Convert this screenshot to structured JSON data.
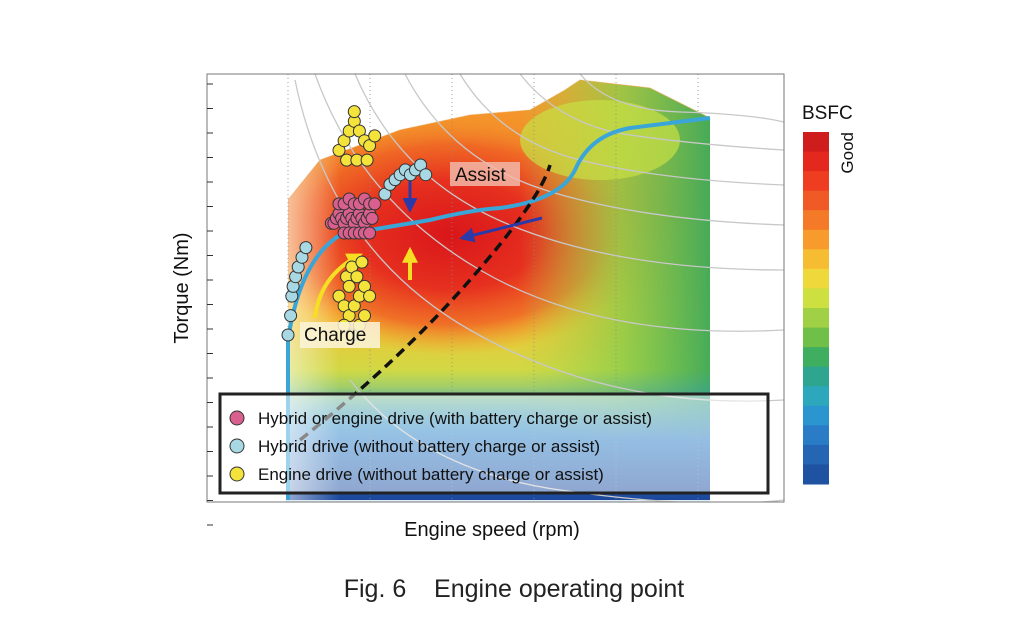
{
  "figure": {
    "caption": "Fig. 6    Engine operating point"
  },
  "chart_data": {
    "type": "scatter",
    "xlabel": "Engine speed (rpm)",
    "ylabel": "Torque (Nm)",
    "colorbar": {
      "title": "BSFC",
      "label": "Good",
      "colors": [
        "#cf1c1c",
        "#e4281e",
        "#ef3d22",
        "#f05a25",
        "#f47a28",
        "#f69b2c",
        "#f7bd32",
        "#efd83a",
        "#cde040",
        "#a0d044",
        "#6fbf48",
        "#3fae60",
        "#2ea58f",
        "#2ca7bb",
        "#2b95d0",
        "#2a7cc6",
        "#2466b4",
        "#1f52a0"
      ]
    },
    "annotations": [
      "Assist",
      "Charge"
    ],
    "legend": {
      "placement": "bottom-left",
      "entries": [
        {
          "label": "Hybrid or engine drive (with battery charge or assist)",
          "color": "#d9608e"
        },
        {
          "label": "Hybrid drive (without battery charge or assist)",
          "color": "#a8d8e4"
        },
        {
          "label": "Engine drive (without battery charge or assist)",
          "color": "#f4e33a"
        }
      ]
    },
    "series": [
      {
        "color": "#d9608e",
        "points": [
          [
            0.17,
            0.63
          ],
          [
            0.18,
            0.63
          ],
          [
            0.19,
            0.64
          ],
          [
            0.2,
            0.65
          ],
          [
            0.21,
            0.64
          ],
          [
            0.22,
            0.63
          ],
          [
            0.23,
            0.64
          ],
          [
            0.24,
            0.65
          ],
          [
            0.25,
            0.64
          ],
          [
            0.26,
            0.63
          ],
          [
            0.27,
            0.64
          ],
          [
            0.28,
            0.65
          ],
          [
            0.29,
            0.64
          ],
          [
            0.3,
            0.63
          ],
          [
            0.31,
            0.64
          ],
          [
            0.32,
            0.65
          ],
          [
            0.33,
            0.64
          ],
          [
            0.2,
            0.67
          ],
          [
            0.22,
            0.67
          ],
          [
            0.24,
            0.68
          ],
          [
            0.26,
            0.67
          ],
          [
            0.28,
            0.67
          ],
          [
            0.3,
            0.68
          ],
          [
            0.32,
            0.67
          ],
          [
            0.34,
            0.67
          ],
          [
            0.22,
            0.61
          ],
          [
            0.24,
            0.61
          ],
          [
            0.26,
            0.61
          ],
          [
            0.28,
            0.61
          ],
          [
            0.3,
            0.61
          ],
          [
            0.32,
            0.61
          ]
        ]
      },
      {
        "color": "#a8d8e4",
        "points": [
          [
            0.0,
            0.4
          ],
          [
            0.01,
            0.44
          ],
          [
            0.015,
            0.48
          ],
          [
            0.02,
            0.5
          ],
          [
            0.03,
            0.52
          ],
          [
            0.04,
            0.54
          ],
          [
            0.055,
            0.56
          ],
          [
            0.07,
            0.58
          ],
          [
            0.38,
            0.69
          ],
          [
            0.4,
            0.71
          ],
          [
            0.42,
            0.72
          ],
          [
            0.44,
            0.73
          ],
          [
            0.46,
            0.74
          ],
          [
            0.48,
            0.73
          ],
          [
            0.5,
            0.74
          ],
          [
            0.52,
            0.75
          ],
          [
            0.54,
            0.73
          ]
        ]
      },
      {
        "color": "#f4e33a",
        "points": [
          [
            0.2,
            0.78
          ],
          [
            0.22,
            0.8
          ],
          [
            0.24,
            0.82
          ],
          [
            0.26,
            0.84
          ],
          [
            0.28,
            0.82
          ],
          [
            0.3,
            0.8
          ],
          [
            0.32,
            0.79
          ],
          [
            0.34,
            0.81
          ],
          [
            0.23,
            0.76
          ],
          [
            0.27,
            0.76
          ],
          [
            0.31,
            0.76
          ],
          [
            0.26,
            0.86
          ],
          [
            0.2,
            0.48
          ],
          [
            0.22,
            0.46
          ],
          [
            0.24,
            0.44
          ],
          [
            0.26,
            0.46
          ],
          [
            0.28,
            0.48
          ],
          [
            0.3,
            0.5
          ],
          [
            0.32,
            0.48
          ],
          [
            0.23,
            0.52
          ],
          [
            0.25,
            0.54
          ],
          [
            0.27,
            0.52
          ],
          [
            0.29,
            0.55
          ],
          [
            0.24,
            0.5
          ],
          [
            0.28,
            0.42
          ],
          [
            0.25,
            0.4
          ],
          [
            0.22,
            0.42
          ],
          [
            0.3,
            0.44
          ]
        ]
      }
    ]
  }
}
